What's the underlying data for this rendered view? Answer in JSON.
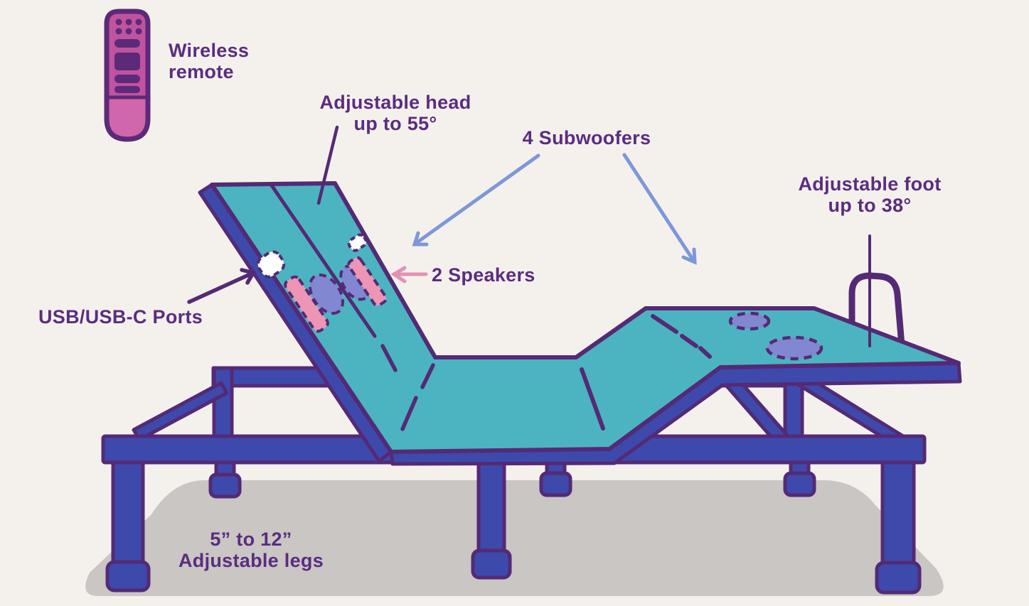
{
  "labels": {
    "wireless_remote": "Wireless\nremote",
    "adjustable_head": "Adjustable head\nup to 55°",
    "subwoofers": "4 Subwoofers",
    "adjustable_foot": "Adjustable foot\nup to 38°",
    "speakers": "2 Speakers",
    "usb_ports": "USB/USB-C Ports",
    "adjustable_legs": "5” to 12”\nAdjustable legs"
  },
  "icons": [
    {
      "name": "wireless-remote-icon",
      "render": "svg-shape"
    },
    {
      "name": "usb-pointer-arrow-icon",
      "render": "svg-shape"
    },
    {
      "name": "speakers-pointer-arrow-icon",
      "render": "svg-shape"
    },
    {
      "name": "subwoofer-pointer-arrow-left-icon",
      "render": "svg-shape"
    },
    {
      "name": "subwoofer-pointer-arrow-right-icon",
      "render": "svg-shape"
    }
  ],
  "palette": {
    "background": "#f4f1ed",
    "floor_shadow": "#c9c6c3",
    "mattress_teal": "#4cb4c1",
    "frame_blue": "#3e49ac",
    "outline_purple": "#542a75",
    "text_purple": "#5b2c80",
    "speaker_pink": "#ec95b4",
    "subwoofer_periwinkle": "#8187d0",
    "arrow_periwinkle": "#7e97d8",
    "arrow_pink": "#e192b4",
    "remote_body_pink": "#c0539f",
    "remote_bottom_pink": "#d066ac",
    "port_white": "#ffffff"
  }
}
